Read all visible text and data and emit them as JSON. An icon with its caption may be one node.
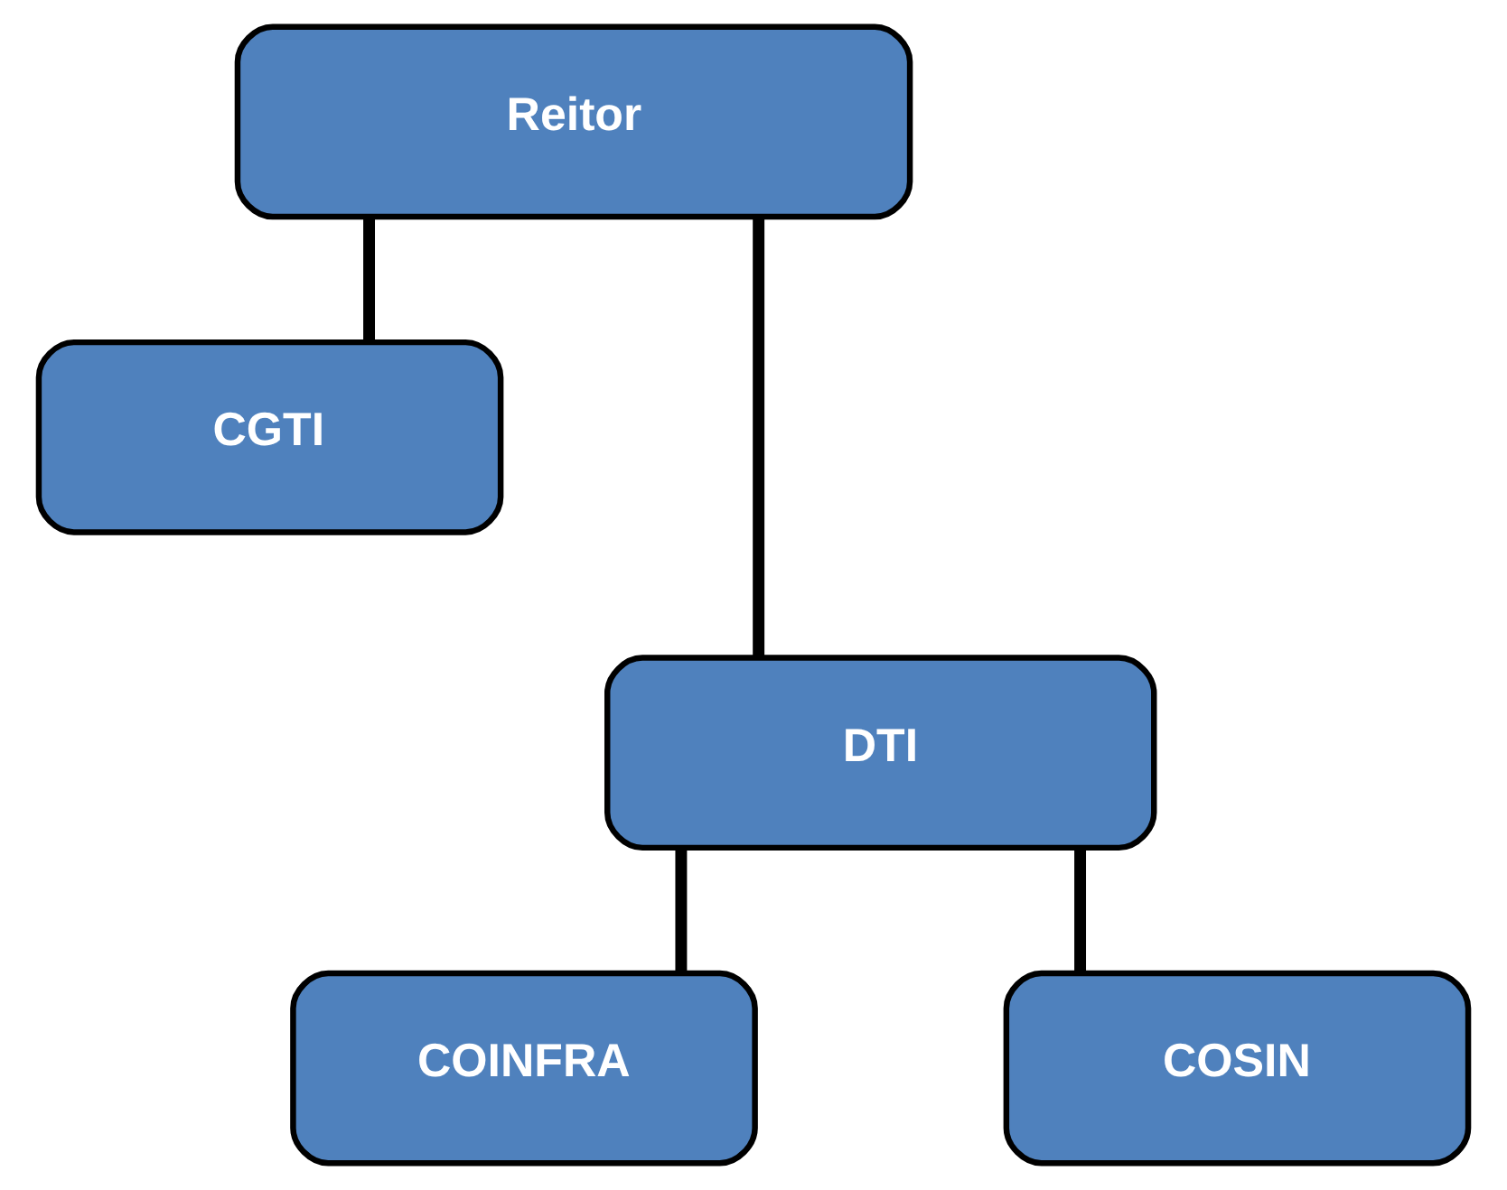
{
  "diagram": {
    "nodes": [
      {
        "text": [
          "Reitor"
        ]
      },
      {
        "text": [
          "CGTI"
        ]
      },
      {
        "text": [
          "DTI"
        ]
      },
      {
        "text": [
          "COINFRA"
        ]
      },
      {
        "text": [
          "COSIN"
        ]
      }
    ],
    "edges": [
      {
        "from": 0,
        "to": 1,
        "arrow": "none"
      },
      {
        "from": 0,
        "to": 2,
        "arrow": "none"
      },
      {
        "from": 2,
        "to": 3,
        "arrow": "none"
      },
      {
        "from": 2,
        "to": 4,
        "arrow": "none"
      }
    ]
  }
}
